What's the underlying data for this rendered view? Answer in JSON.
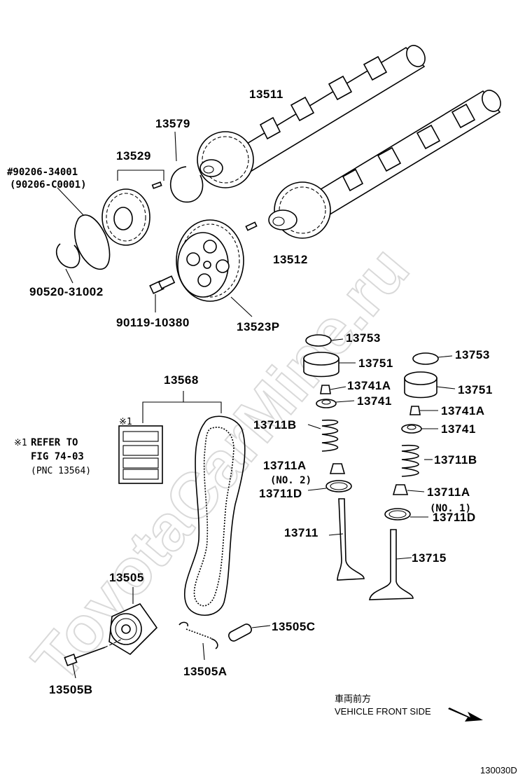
{
  "watermark": "ToyotaCarMine.ru",
  "parts": {
    "p13511": "13511",
    "p13579": "13579",
    "p13529": "13529",
    "p90206_34001": "#90206-34001",
    "p90206_c0001": "(90206-C0001)",
    "p13512": "13512",
    "p90520_31002": "90520-31002",
    "p90119_10380": "90119-10380",
    "p13523p": "13523P",
    "p13753a": "13753",
    "p13751a": "13751",
    "p13753b": "13753",
    "p13741a_1": "13741A",
    "p13751b": "13751",
    "p13741_1": "13741",
    "p13741a_2": "13741A",
    "p13568": "13568",
    "p13711b_1": "13711B",
    "p13741_2": "13741",
    "p13711b_2": "13711B",
    "p13711a_1": "13711A",
    "no2": "(NO. 2)",
    "p13711d_1": "13711D",
    "p13711a_2": "13711A",
    "no1": "(NO. 1)",
    "p13711d_2": "13711D",
    "p13711": "13711",
    "p13715": "13715",
    "p13505": "13505",
    "p13505c": "13505C",
    "p13505a": "13505A",
    "p13505b": "13505B"
  },
  "refer": {
    "mark": "※1",
    "line1": "REFER TO",
    "line2": "FIG 74-03",
    "line3": "(PNC 13564)",
    "card_mark": "※1"
  },
  "vehicle": {
    "jp": "車両前方",
    "en": "VEHICLE FRONT SIDE"
  },
  "figure_code": "130030D"
}
